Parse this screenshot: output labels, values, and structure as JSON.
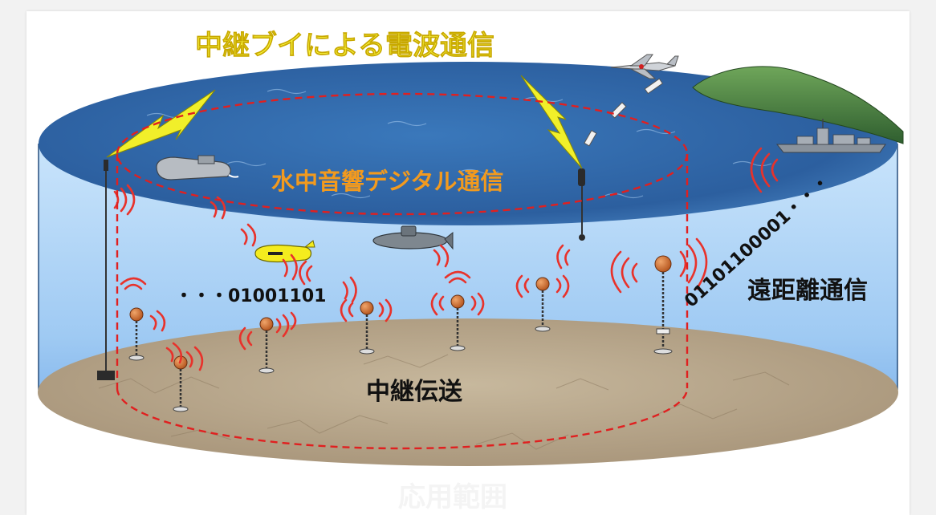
{
  "labels": {
    "radio_title": "中継ブイによる電波通信",
    "acoustic_title": "水中音響デジタル通信",
    "relay_transmission": "中継伝送",
    "long_distance": "遠距離通信",
    "bits_left": "・・・01001101",
    "bits_right": "01101100001・・・",
    "caption": "応用範囲"
  },
  "icons": {
    "left_lightning": "lightning-bolt-icon",
    "right_lightning": "lightning-bolt-icon",
    "aircraft": "aircraft-icon",
    "ship": "warship-icon",
    "submarine": "submarine-icon",
    "surface_vessel": "surface-vessel-icon",
    "uuv": "uuv-icon",
    "island": "island-icon"
  },
  "colors": {
    "sea_top": "#2f67a8",
    "water": "#a9d2f7",
    "seabed": "#b9a88c",
    "waves": "#e8322b",
    "boundary": "#e02020",
    "title": "#f7f23a",
    "acoustic": "#f29a1e"
  }
}
